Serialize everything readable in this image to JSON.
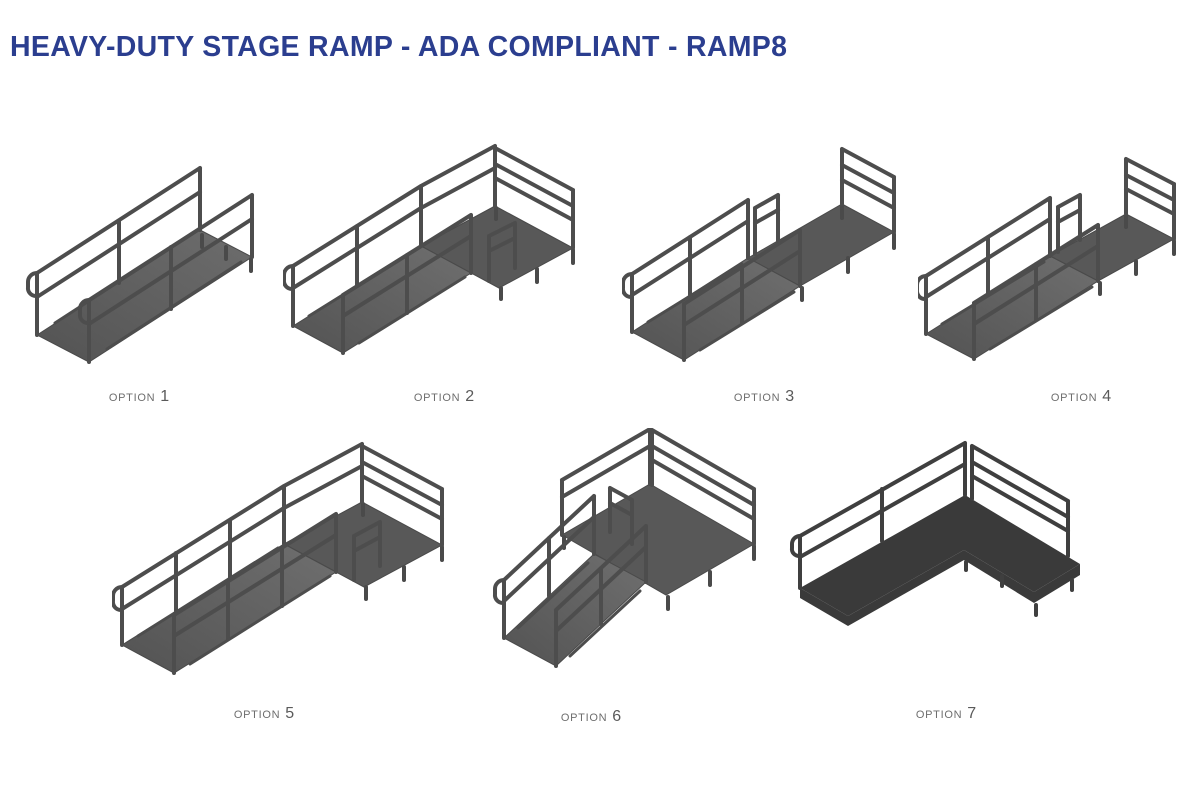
{
  "header": {
    "title": "HEAVY-DUTY STAGE RAMP - ADA COMPLIANT - RAMP8"
  },
  "labels": {
    "option_prefix": "OPTION"
  },
  "options": [
    {
      "number": "1"
    },
    {
      "number": "2"
    },
    {
      "number": "3"
    },
    {
      "number": "4"
    },
    {
      "number": "5"
    },
    {
      "number": "6"
    },
    {
      "number": "7"
    }
  ],
  "colors": {
    "title": "#2b3e8f",
    "railing": "#4d4d4d",
    "railing_dark": "#3f3f3f",
    "deck": "#585858",
    "deck_dark": "#3a3a3a",
    "label": "#6e6e6e"
  }
}
